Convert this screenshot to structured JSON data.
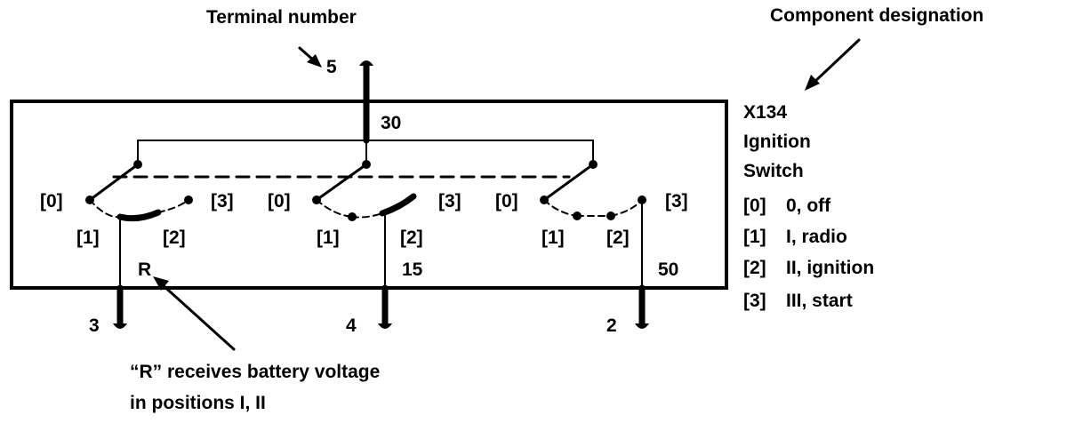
{
  "callouts": {
    "terminal_number": "Terminal number",
    "component_designation": "Component designation",
    "r_note_line1": "“R” receives battery voltage",
    "r_note_line2": "in positions I, II"
  },
  "component": {
    "id": "X134",
    "name_line1": "Ignition",
    "name_line2": "Switch"
  },
  "legend": [
    {
      "code": "[0]",
      "text": "0, off"
    },
    {
      "code": "[1]",
      "text": "I, radio"
    },
    {
      "code": "[2]",
      "text": "II, ignition"
    },
    {
      "code": "[3]",
      "text": "III, start"
    }
  ],
  "terminals": {
    "top_pin": "5",
    "top_circuit": "30",
    "bottom_pins": [
      "3",
      "4",
      "2"
    ],
    "bottom_circuits": [
      "R",
      "15",
      "50"
    ]
  },
  "positions": [
    "[0]",
    "[1]",
    "[2]",
    "[3]"
  ]
}
